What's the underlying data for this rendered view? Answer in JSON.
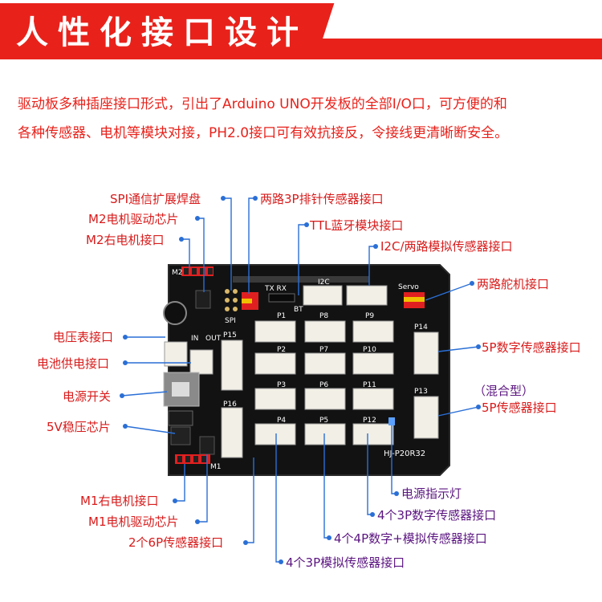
{
  "header": {
    "title": "人性化接口设计"
  },
  "intro": [
    "驱动板多种插座接口形式，引出了Arduino UNO开发板的全部I/O口，可方便的和",
    "各种传感器、电机等模块对接，PH2.0接口可有效抗接反，令接线更清晰断安全。"
  ],
  "labels": {
    "spi": "SPI通信扩展焊盘",
    "m2_driver": "M2电机驱动芯片",
    "m2_motor": "M2右电机接口",
    "voltmeter": "电压表接口",
    "battery": "电池供电接口",
    "power_switch": "电源开关",
    "regulator": "5V稳压芯片",
    "m1_motor": "M1右电机接口",
    "m1_driver": "M1电机驱动芯片",
    "six_pin": "2个6P传感器接口",
    "three_pin_header": "两路3P排针传感器接口",
    "ttl_bt": "TTL蓝牙模块接口",
    "i2c": "I2C/两路模拟传感器接口",
    "servo": "两路舵机接口",
    "digital5p": "5P数字传感器接口",
    "mixed": "（混合型）",
    "mixed5p": "5P传感器接口",
    "power_led": "电源指示灯",
    "digital3p": "4个3P数字传感器接口",
    "mixed4p": "4个4P数字+模拟传感器接口",
    "analog3p": "4个3P模拟传感器接口"
  },
  "board": {
    "model": "HJ-P20R32",
    "silk": [
      "P1",
      "P2",
      "P3",
      "P4",
      "P5",
      "P6",
      "P7",
      "P8",
      "P9",
      "P10",
      "P11",
      "P12",
      "P13",
      "P14",
      "P15",
      "P16",
      "SPI",
      "Servo",
      "I2C",
      "TX RX",
      "BT",
      "M2",
      "M1",
      "IN",
      "OUT"
    ]
  },
  "colors": {
    "accent": "#e8221b",
    "board": "#121212",
    "connector": "#f2efe6",
    "pin_red": "#e02020",
    "pin_yellow": "#f0c000",
    "line": "#2a6fd6"
  }
}
